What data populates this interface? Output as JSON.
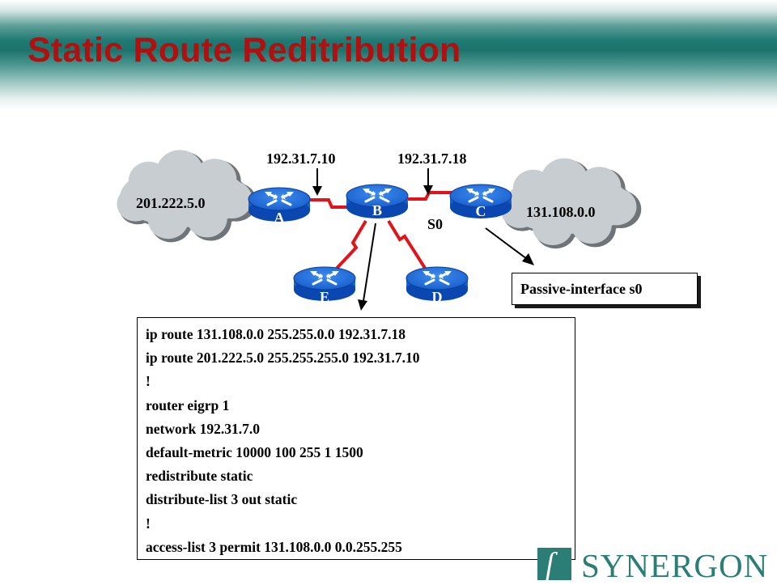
{
  "title": "Static Route Reditribution",
  "networks": {
    "left": "201.222.5.0",
    "right": "131.108.0.0"
  },
  "addresses": {
    "router_a": "192.31.7.10",
    "router_c": "192.31.7.18"
  },
  "interface_label": "S0",
  "routers": [
    "A",
    "B",
    "C",
    "E",
    "D"
  ],
  "config_lines": [
    "ip route 131.108.0.0 255.255.0.0 192.31.7.18",
    "ip route 201.222.5.0 255.255.255.0 192.31.7.10",
    "!",
    "router eigrp 1",
    "network 192.31.7.0",
    "default-metric 10000 100 255 1 1500",
    "redistribute static",
    "distribute-list 3 out static",
    "!",
    "access-list 3 permit 131.108.0.0 0.0.255.255"
  ],
  "callout": "Passive-interface s0",
  "logo": {
    "mark": "ſ",
    "text": "SYNERGON"
  },
  "colors": {
    "title": "#b01010",
    "router": "#1565d8",
    "serial_link": "#e0141a",
    "cloud": "#c7cdd0",
    "brand": "#2a7e75"
  }
}
